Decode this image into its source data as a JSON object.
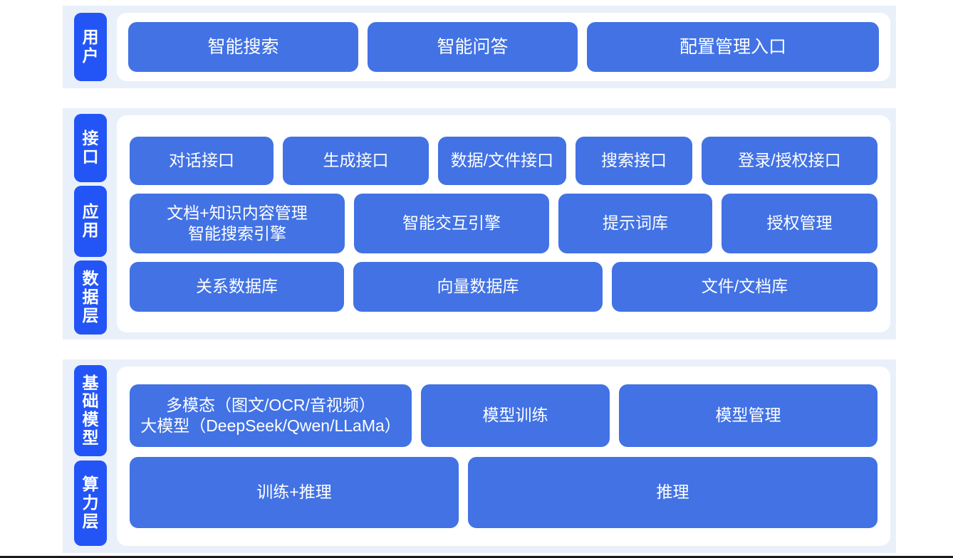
{
  "theme": {
    "page_background": "#ffffff",
    "band_background": "#eaf0fa",
    "panel_background": "#ffffff",
    "side_tab_color": "#2355f6",
    "card_color": "#4272e4",
    "card_text_color": "#ffffff"
  },
  "diagram": {
    "type": "layered-architecture",
    "bands": [
      {
        "key": "user",
        "labels": [
          "用户"
        ],
        "rows": [
          {
            "cards": [
              "智能搜索",
              "智能问答",
              "配置管理入口"
            ]
          }
        ]
      },
      {
        "key": "middle",
        "labels": [
          "接口",
          "应用",
          "数据层"
        ],
        "rows": [
          {
            "cards": [
              "对话接口",
              "生成接口",
              "数据/文件接口",
              "搜索接口",
              "登录/授权接口"
            ]
          },
          {
            "cards": [
              "文档+知识内容管理\n智能搜索引擎",
              "智能交互引擎",
              "提示词库",
              "授权管理"
            ]
          },
          {
            "cards": [
              "关系数据库",
              "向量数据库",
              "文件/文档库"
            ]
          }
        ]
      },
      {
        "key": "base",
        "labels": [
          "基础模型",
          "算力层"
        ],
        "rows": [
          {
            "cards": [
              "多模态（图文/OCR/音视频）\n大模型（DeepSeek/Qwen/LLaMa）",
              "模型训练",
              "模型管理"
            ]
          },
          {
            "cards": [
              "训练+推理",
              "推理"
            ]
          }
        ]
      }
    ]
  },
  "bands": {
    "user": {
      "label": "用户",
      "cards": {
        "smart_search": "智能搜索",
        "smart_qa": "智能问答",
        "config_entry": "配置管理入口"
      }
    },
    "middle": {
      "labels": {
        "interface": "接口",
        "application": "应用",
        "data": "数据层"
      },
      "interface_cards": {
        "dialog_api": "对话接口",
        "generate_api": "生成接口",
        "data_file_api": "数据/文件接口",
        "search_api": "搜索接口",
        "auth_api": "登录/授权接口"
      },
      "application_cards": {
        "doc_knowledge": "文档+知识内容管理\n智能搜索引擎",
        "interact_engine": "智能交互引擎",
        "prompt_lib": "提示词库",
        "auth_mgmt": "授权管理"
      },
      "data_cards": {
        "relational_db": "关系数据库",
        "vector_db": "向量数据库",
        "file_doc_db": "文件/文档库"
      }
    },
    "base": {
      "labels": {
        "base_model": "基础模型",
        "compute": "算力层"
      },
      "model_cards": {
        "multimodal": "多模态（图文/OCR/音视频）\n大模型（DeepSeek/Qwen/LLaMa）",
        "model_train": "模型训练",
        "model_mgmt": "模型管理"
      },
      "compute_cards": {
        "train_infer": "训练+推理",
        "infer": "推理"
      }
    }
  }
}
